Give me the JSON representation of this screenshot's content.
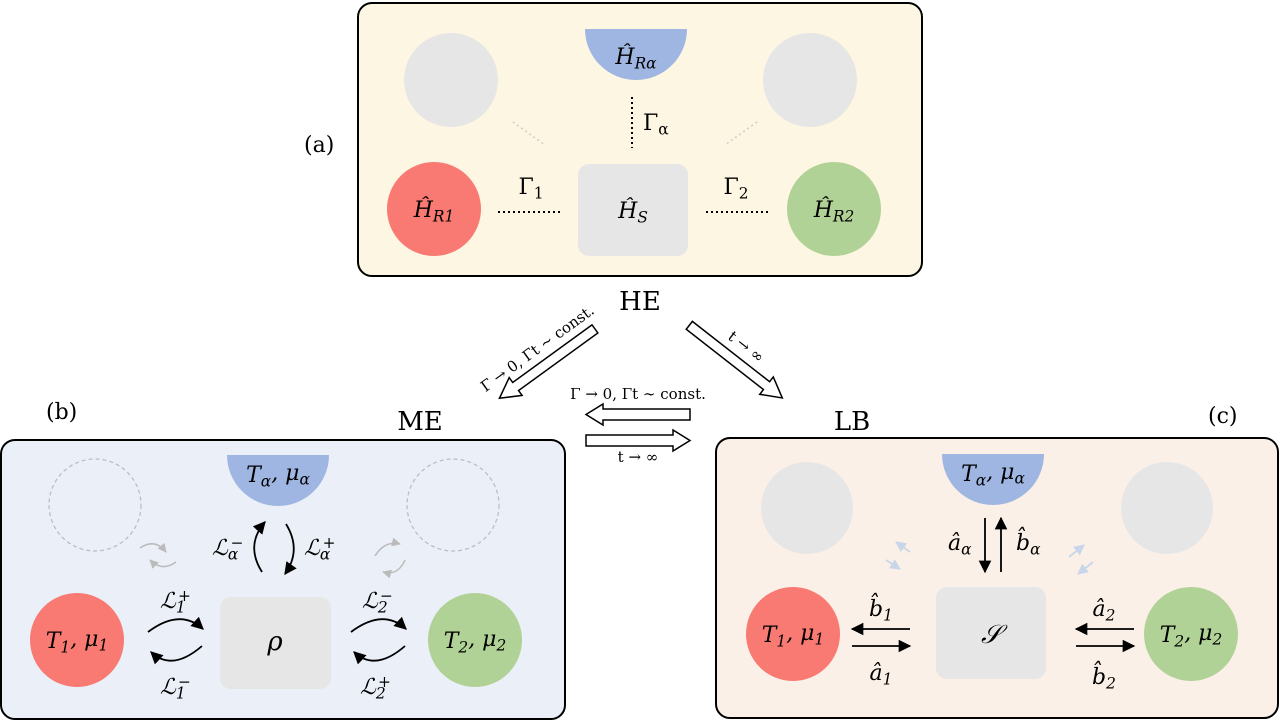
{
  "panels": {
    "a": {
      "tag": "(a)",
      "caption": "HE",
      "fill": "#fcf6e2",
      "reservoir_alpha": "Ĥ_{Rα}",
      "reservoir_1": "Ĥ_{R1}",
      "reservoir_2": "Ĥ_{R2}",
      "system": "Ĥ_S",
      "coupling_alpha": "Γ_α",
      "coupling_1": "Γ_1",
      "coupling_2": "Γ_2"
    },
    "b": {
      "tag": "(b)",
      "caption": "ME",
      "fill": "#eaeff8",
      "reservoir_alpha": "T_α, μ_α",
      "reservoir_1": "T_1, μ_1",
      "reservoir_2": "T_2, μ_2",
      "system": "ρ",
      "L_alpha_minus": "ℒ_α^−",
      "L_alpha_plus": "ℒ_α^+",
      "L_1_plus": "ℒ_1^+",
      "L_1_minus": "ℒ_1^−",
      "L_2_minus": "ℒ_2^−",
      "L_2_plus": "ℒ_2^+"
    },
    "c": {
      "tag": "(c)",
      "caption": "LB",
      "fill": "#fbf0e7",
      "reservoir_alpha": "T_α, μ_α",
      "reservoir_1": "T_1, μ_1",
      "reservoir_2": "T_2, μ_2",
      "system": "𝒮",
      "a_alpha": "â_α",
      "b_alpha": "b̂_α",
      "b_1": "b̂_1",
      "a_1": "â_1",
      "a_2": "â_2",
      "b_2": "b̂_2"
    }
  },
  "limits": {
    "he_to_me": "Γ → 0, Γt ∼ const.",
    "he_to_lb": "t → ∞",
    "lb_to_me": "Γ → 0, Γt ∼ const.",
    "me_to_lb": "t → ∞"
  },
  "colors": {
    "reservoir_red": "#f87a72",
    "reservoir_green": "#b1d296",
    "reservoir_blue": "#9fb6e2",
    "system_gray": "#e6e6e6",
    "ghost_gray": "#e6e6e6"
  }
}
